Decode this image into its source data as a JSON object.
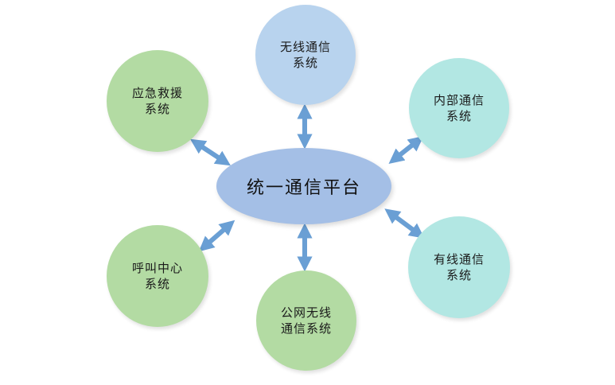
{
  "center": {
    "label": "统一通信平台",
    "color": "#a4bfe6"
  },
  "nodes": {
    "top": {
      "label": "无线通信\n系统",
      "color": "#b8d3ee"
    },
    "upper_left": {
      "label": "应急救援\n系统",
      "color": "#b3dba3"
    },
    "upper_right": {
      "label": "内部通信\n系统",
      "color": "#b2e7e3"
    },
    "lower_left": {
      "label": "呼叫中心\n系统",
      "color": "#b3dba3"
    },
    "bottom": {
      "label": "公网无线\n通信系统",
      "color": "#b3dba3"
    },
    "lower_right": {
      "label": "有线通信\n系统",
      "color": "#b2e7e3"
    }
  },
  "connector_color": "#6a9fd4"
}
